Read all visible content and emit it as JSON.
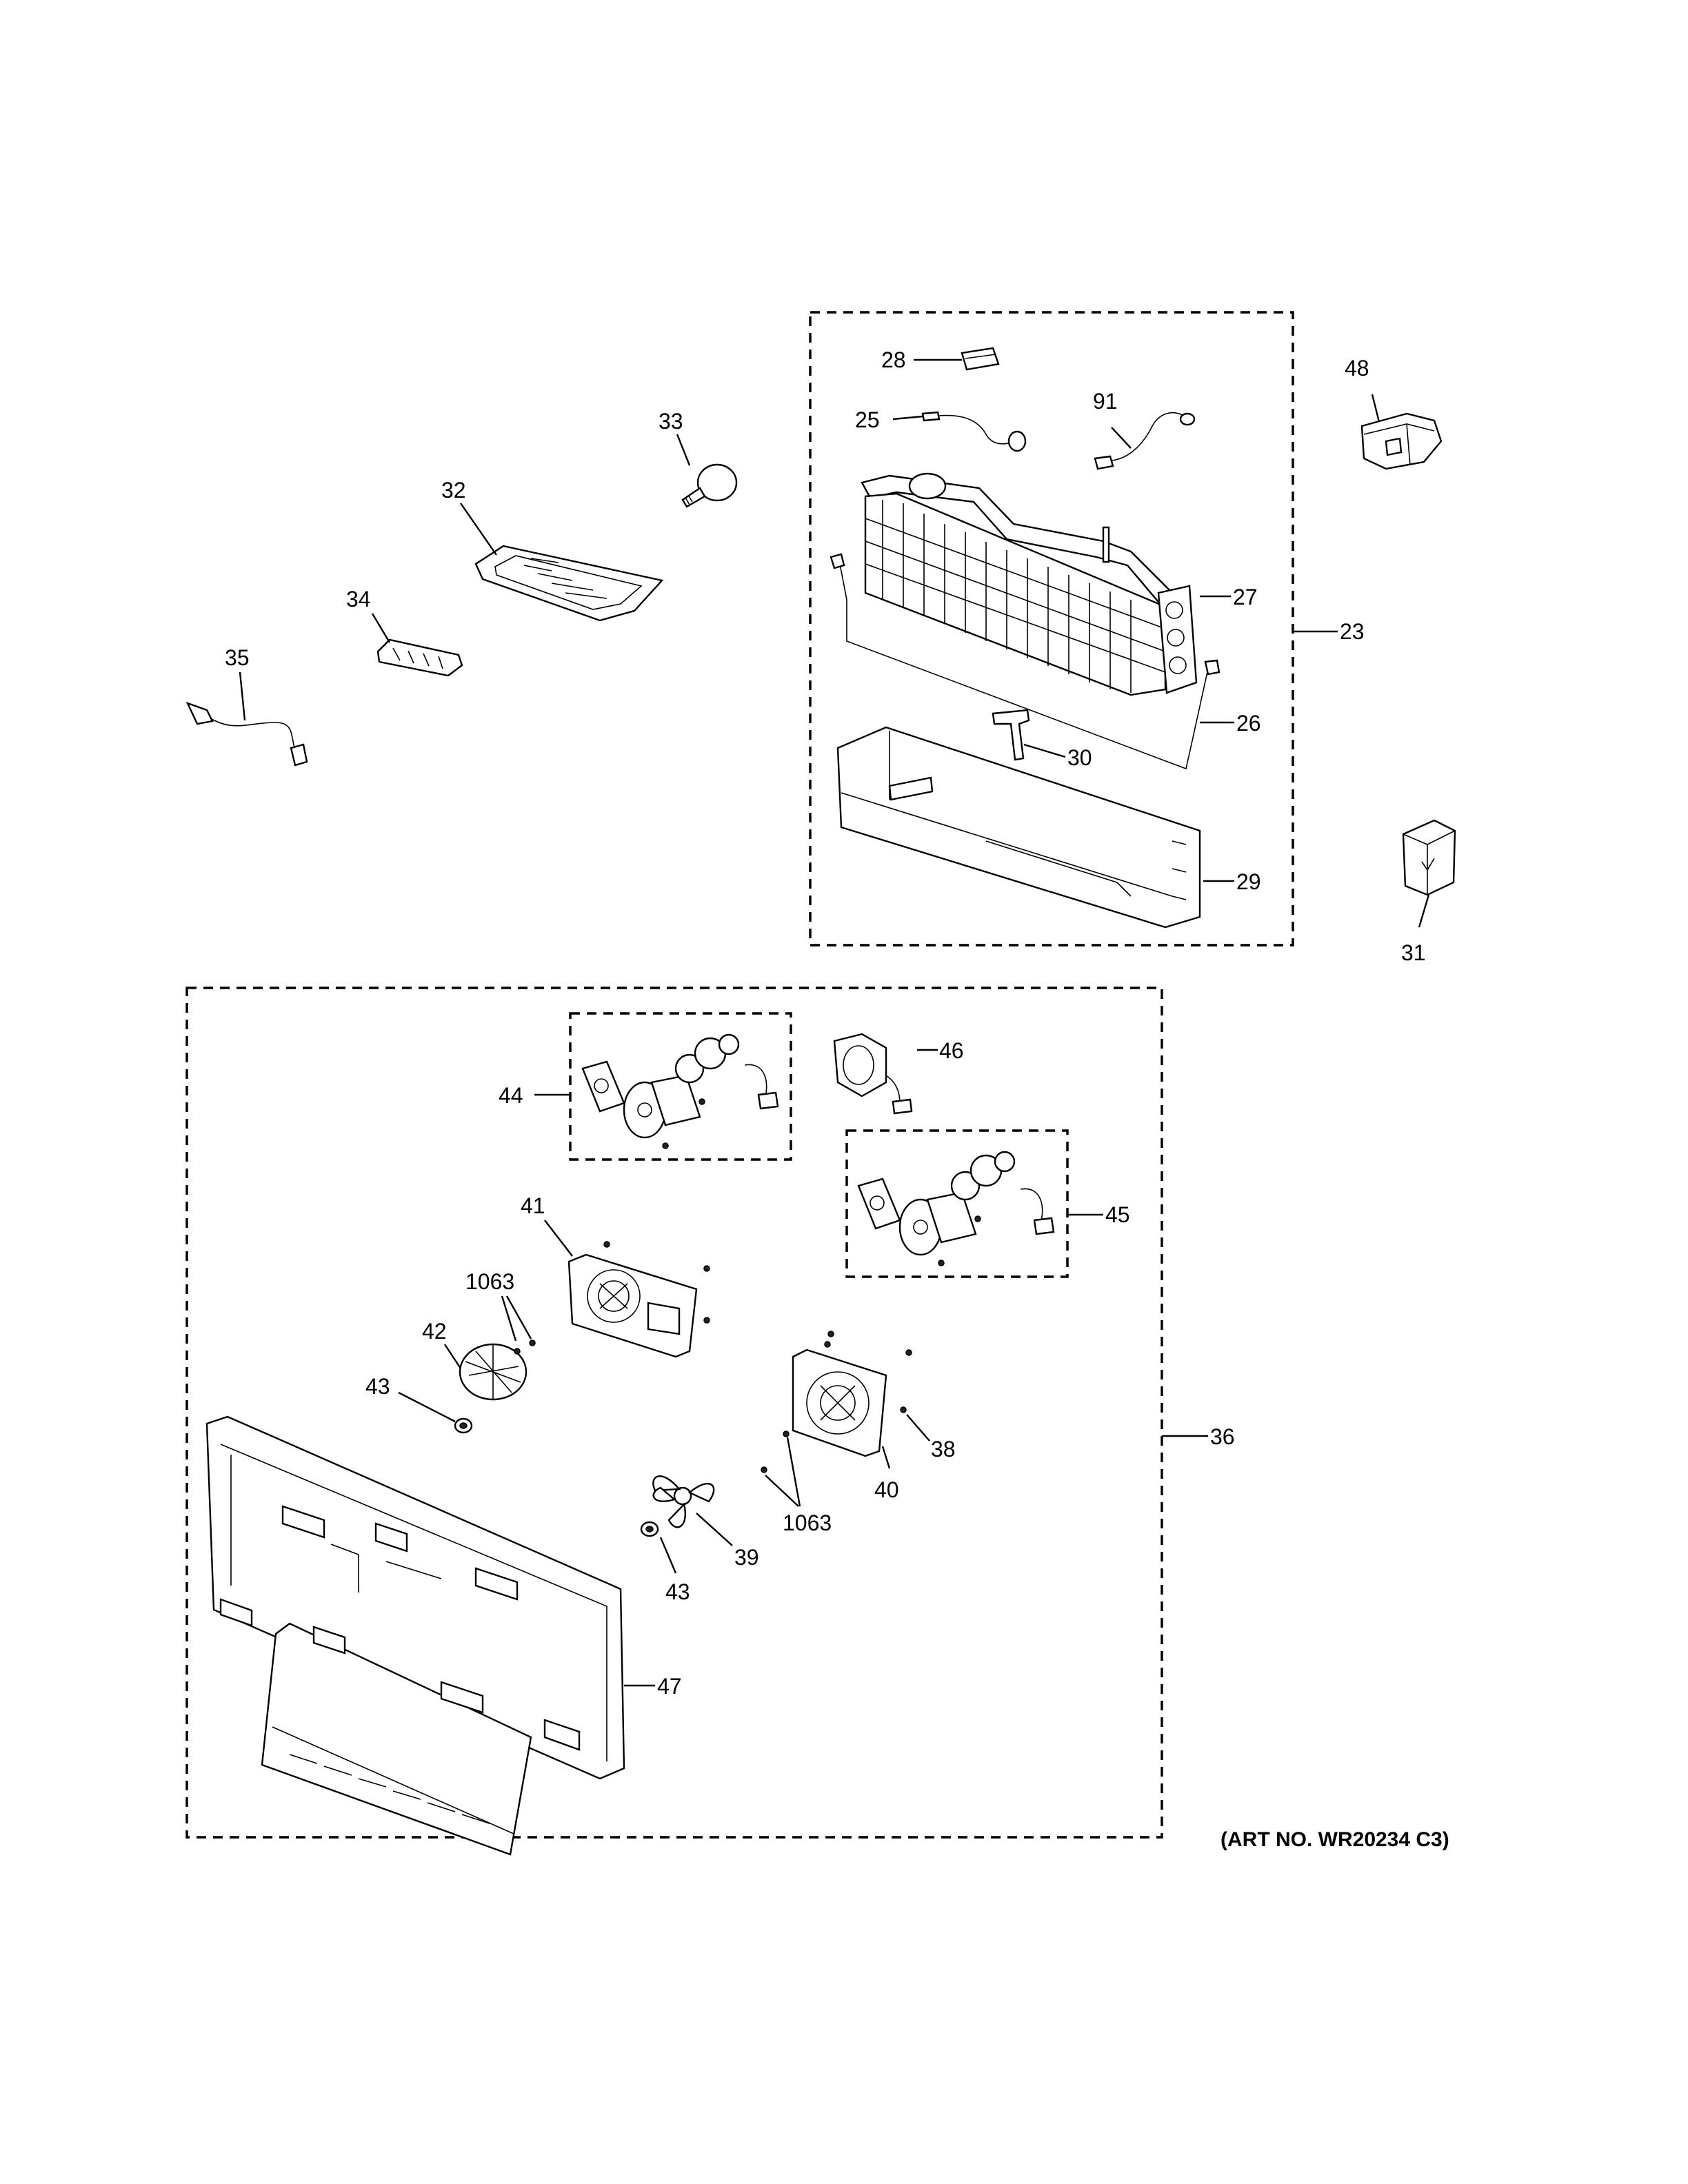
{
  "diagram": {
    "callouts": [
      "23",
      "25",
      "26",
      "27",
      "28",
      "29",
      "30",
      "91",
      "48",
      "31",
      "32",
      "33",
      "34",
      "35",
      "36",
      "38",
      "39",
      "40",
      "41",
      "42",
      "43",
      "43",
      "44",
      "45",
      "46",
      "47",
      "1063",
      "1063"
    ],
    "art_number": "(ART NO. WR20234 C3)"
  }
}
